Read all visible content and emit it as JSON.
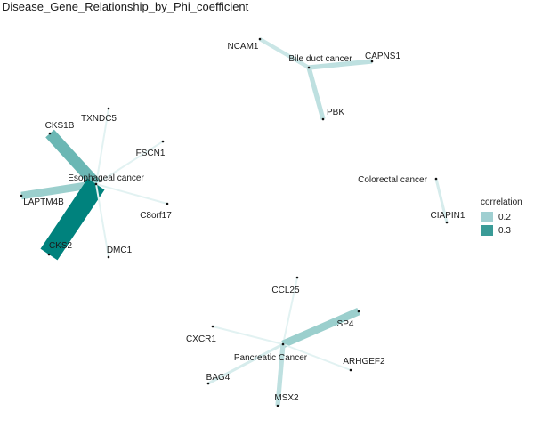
{
  "title": "Disease_Gene_Relationship_by_Phi_coefficient",
  "legend": {
    "title": "correlation",
    "items": [
      {
        "label": "0.2",
        "color": "#9fcfd1"
      },
      {
        "label": "0.3",
        "color": "#3a9b97"
      }
    ]
  },
  "diseases": [
    "Bile duct cancer",
    "Esophageal cancer",
    "Colorectal cancer",
    "Pancreatic Cancer"
  ],
  "edges": [
    {
      "disease": "Bile duct cancer",
      "gene": "NCAM1",
      "correlation": 0.16
    },
    {
      "disease": "Bile duct cancer",
      "gene": "CAPNS1",
      "correlation": 0.17
    },
    {
      "disease": "Bile duct cancer",
      "gene": "PBK",
      "correlation": 0.17
    },
    {
      "disease": "Esophageal cancer",
      "gene": "TXNDC5",
      "correlation": 0.14
    },
    {
      "disease": "Esophageal cancer",
      "gene": "CKS1B",
      "correlation": 0.24
    },
    {
      "disease": "Esophageal cancer",
      "gene": "FSCN1",
      "correlation": 0.14
    },
    {
      "disease": "Esophageal cancer",
      "gene": "LAPTM4B",
      "correlation": 0.2
    },
    {
      "disease": "Esophageal cancer",
      "gene": "C8orf17",
      "correlation": 0.14
    },
    {
      "disease": "Esophageal cancer",
      "gene": "CKS2",
      "correlation": 0.33
    },
    {
      "disease": "Esophageal cancer",
      "gene": "DMC1",
      "correlation": 0.14
    },
    {
      "disease": "Colorectal cancer",
      "gene": "CIAPIN1",
      "correlation": 0.15
    },
    {
      "disease": "Pancreatic Cancer",
      "gene": "CCL25",
      "correlation": 0.14
    },
    {
      "disease": "Pancreatic Cancer",
      "gene": "SP4",
      "correlation": 0.2
    },
    {
      "disease": "Pancreatic Cancer",
      "gene": "CXCR1",
      "correlation": 0.14
    },
    {
      "disease": "Pancreatic Cancer",
      "gene": "ARHGEF2",
      "correlation": 0.14
    },
    {
      "disease": "Pancreatic Cancer",
      "gene": "BAG4",
      "correlation": 0.15
    },
    {
      "disease": "Pancreatic Cancer",
      "gene": "MSX2",
      "correlation": 0.17
    }
  ]
}
